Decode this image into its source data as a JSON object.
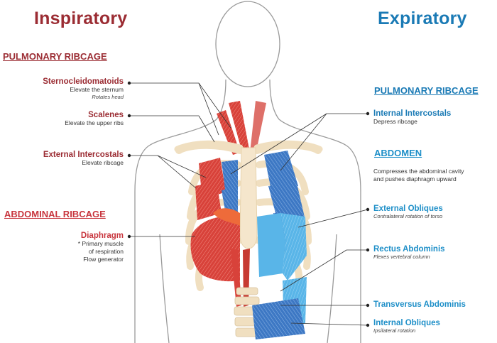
{
  "inspiratory": {
    "title": "Inspiratory",
    "pulmonary_ribcage": "PULMONARY RIBCAGE",
    "abdominal_ribcage": "ABDOMINAL RIBCAGE",
    "muscles": [
      {
        "name": "Sternocleidomatoids",
        "desc": "Elevate the sternum",
        "note": "Rotates head"
      },
      {
        "name": "Scalenes",
        "desc": "Elevate the upper ribs"
      },
      {
        "name": "External Intercostals",
        "desc": "Elevate ribcage"
      },
      {
        "name": "Diaphragm",
        "desc_lines": [
          "* Primary muscle",
          "of respiration",
          "Flow generator"
        ]
      }
    ]
  },
  "expiratory": {
    "title": "Expiratory",
    "pulmonary_ribcage": "PULMONARY RIBCAGE",
    "abdomen": "ABDOMEN",
    "abdomen_desc": [
      "Compresses the abdominal cavity",
      "and pushes diaphragm upward"
    ],
    "muscles": [
      {
        "name": "Internal Intercostals",
        "desc": "Depress ribcage"
      },
      {
        "name": "External Obliques",
        "note": "Contralateral rotation of torso"
      },
      {
        "name": "Rectus Abdominis",
        "note": "Flexes vertebral column"
      },
      {
        "name": "Transversus Abdominis"
      },
      {
        "name": "Internal Obliques",
        "note": "Ipsilateral rotation"
      }
    ]
  },
  "colors": {
    "inspiratory_red": "#9b2c33",
    "expiratory_blue": "#1a7ab5",
    "muscle_red": "#d8423a",
    "muscle_blue": "#3d78c4",
    "abdominal_blue": "#5ab4e6",
    "rib_bone": "#f0dfc0"
  }
}
